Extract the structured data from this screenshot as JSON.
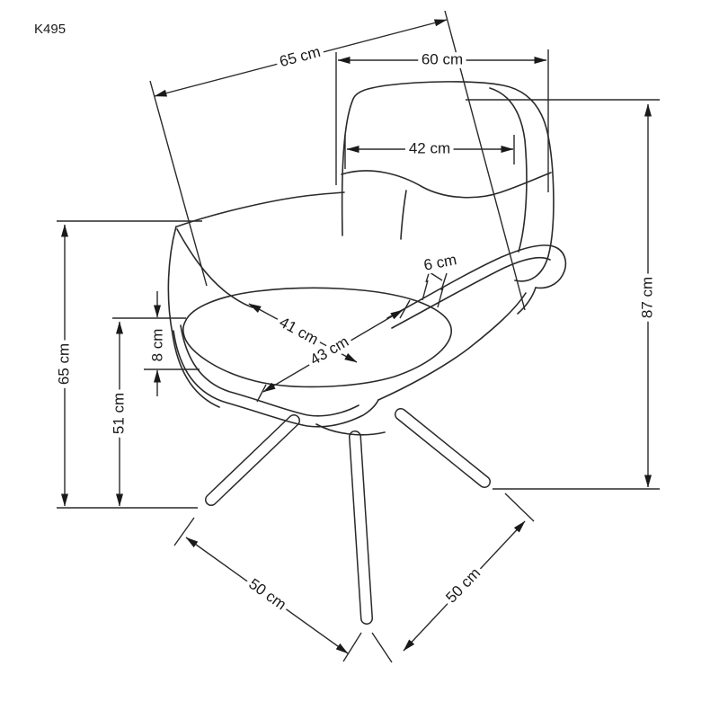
{
  "title": "K495",
  "unit": "cm",
  "annotations": {
    "total_depth": "65 cm",
    "total_width": "60 cm",
    "backrest_width": "42 cm",
    "total_height": "87 cm",
    "armrest_height": "65 cm",
    "seat_height": "51 cm",
    "cushion_thickness": "8 cm",
    "seat_depth": "41 cm",
    "seat_width": "43 cm",
    "armrest_thickness": "6 cm",
    "base_span_left": "50 cm",
    "base_span_right": "50 cm"
  },
  "colors": {
    "line": "#2a2a2a",
    "text": "#1a1a1a",
    "background": "#ffffff"
  }
}
